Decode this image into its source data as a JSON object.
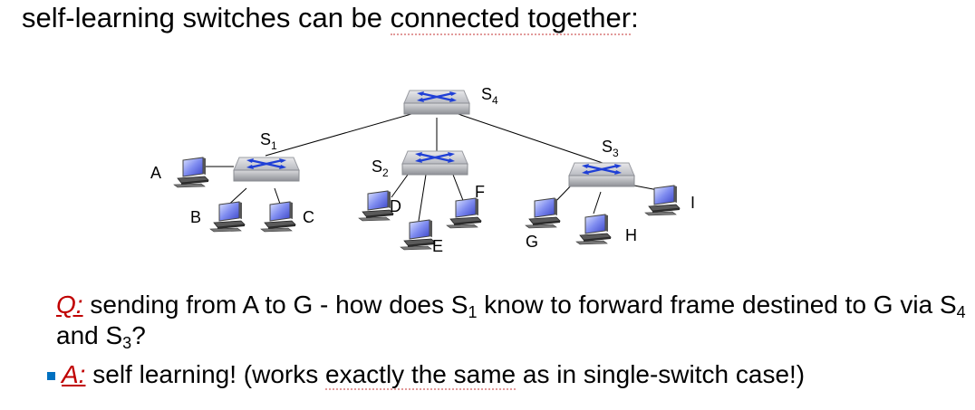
{
  "title": {
    "prefix": "self-learning switches can be ",
    "emph": "connected together",
    "suffix": ":"
  },
  "switches": {
    "s1": {
      "name": "S",
      "sub": "1"
    },
    "s2": {
      "name": "S",
      "sub": "2"
    },
    "s3": {
      "name": "S",
      "sub": "3"
    },
    "s4": {
      "name": "S",
      "sub": "4"
    }
  },
  "hosts": {
    "a": "A",
    "b": "B",
    "c": "C",
    "d": "D",
    "e": "E",
    "f": "F",
    "g": "G",
    "h": "H",
    "i": "I"
  },
  "question": {
    "label": "Q:",
    "p1": " sending from A to G - how does S",
    "p1_sub": "1",
    "p2": " know to forward frame destined to G via S",
    "p2_sub": "4",
    "p3": " and S",
    "p3_sub": "3",
    "p4": "?"
  },
  "answer": {
    "label": "A:",
    "p1": " self learning! (works ",
    "emph": "exactly the same",
    "p2": " as in single-switch case!)"
  }
}
